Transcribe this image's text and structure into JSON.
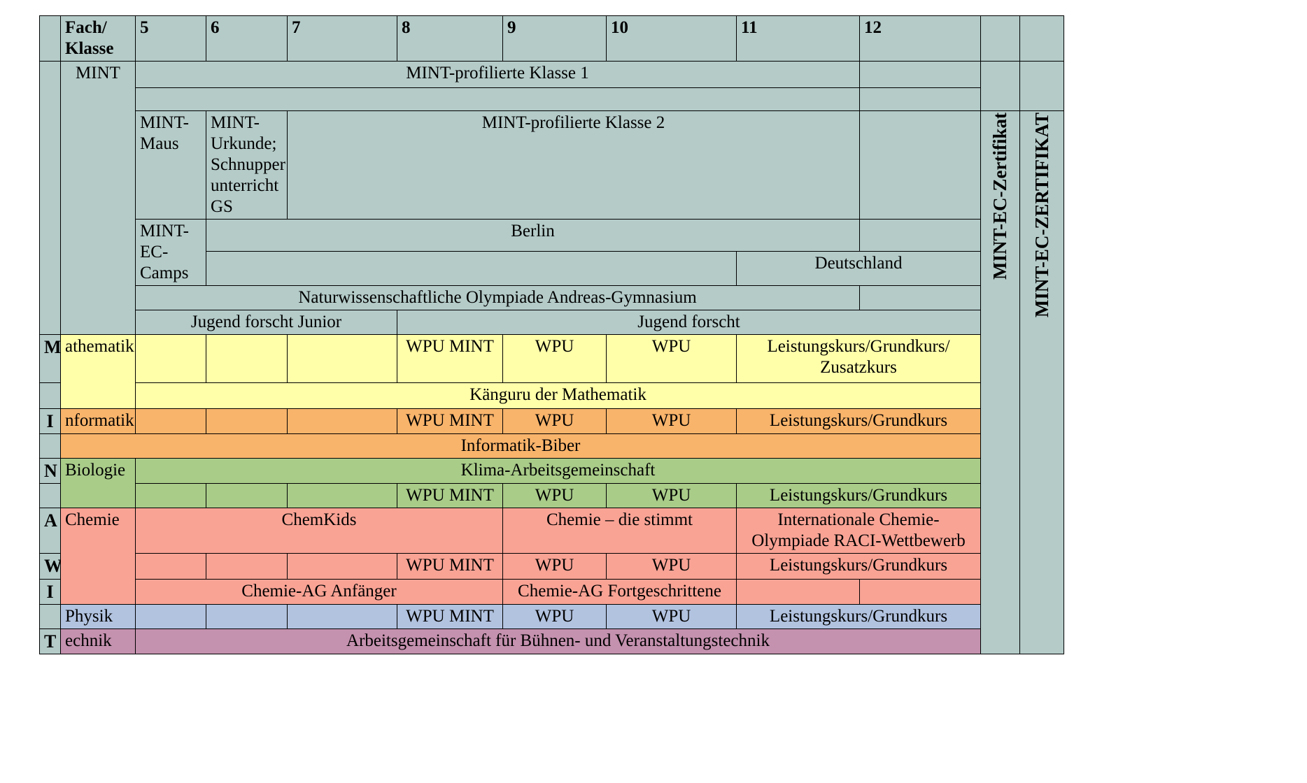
{
  "table": {
    "header": {
      "subject_class_label": "Fach/\nKlasse",
      "grades": [
        "5",
        "6",
        "7",
        "8",
        "9",
        "10",
        "11",
        "12"
      ]
    },
    "left_initials": [
      "M",
      "I",
      "N",
      "A",
      "W",
      "I",
      "T"
    ],
    "side_labels": {
      "zertifikat": "MINT-EC-Zertifikat",
      "zertifikat_caps": "MINT-EC-ZERTIFIKAT"
    },
    "rows": {
      "mint_group_label": "MINT",
      "mint_profilierte_klasse_1": "MINT-profilierte Klasse 1",
      "mint_profilierte_klasse_2": "MINT-profilierte Klasse 2",
      "mint_maus": "MINT-Maus",
      "mint_urkunde": "MINT-Urkunde; Schnupper unterricht GS",
      "mint_ec_camps": "MINT-EC-Camps",
      "berlin": "Berlin",
      "deutschland": "Deutschland",
      "olympiade": "Naturwissenschaftliche Olympiade Andreas-Gymnasium",
      "jugend_forscht_junior": "Jugend forscht Junior",
      "jugend_forscht": "Jugend forscht",
      "mathematik": "athematik",
      "informatik": "nformatik",
      "biologie": "Biologie",
      "chemie": "Chemie",
      "physik": "Physik",
      "technik": "echnik",
      "kaenguru": "Känguru der Mathematik",
      "informatik_biber": "Informatik-Biber",
      "klima_ag": "Klima-Arbeitsgemeinschaft",
      "chemkids": "ChemKids",
      "chemie_die_stimmt": "Chemie – die stimmt",
      "internationale_chemie": "Internationale Chemie-Olympiade RACI-Wettbewerb",
      "chemie_ag_anfaenger": "Chemie-AG Anfänger",
      "chemie_ag_fortgeschrittene": "Chemie-AG Fortgeschrittene",
      "technik_ag": "Arbeitsgemeinschaft für Bühnen- und Veranstaltungstechnik",
      "wpu_mint": "WPU MINT",
      "wpu": "WPU",
      "lk_gk_zusatz": "Leistungskurs/Grundkurs/ Zusatzkurs",
      "lk_gk": "Leistungskurs/Grundkurs"
    },
    "colors": {
      "header": "#b4cbc8",
      "mathematik": "#ffffaa",
      "informatik": "#f9b46b",
      "biologie": "#a9cc89",
      "chemie": "#f9a395",
      "physik": "#b2c3e0",
      "technik": "#c491ae",
      "border": "#000000"
    }
  }
}
